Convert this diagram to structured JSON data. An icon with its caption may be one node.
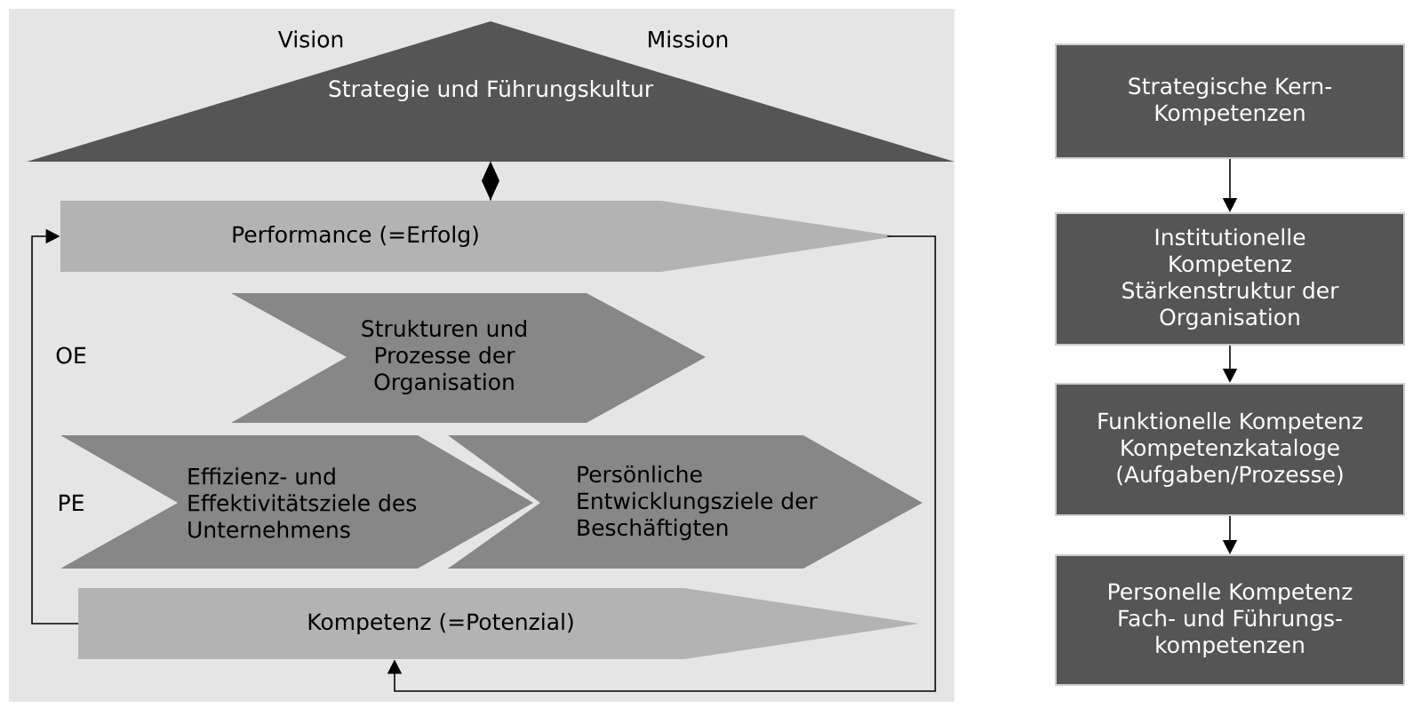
{
  "diagram": {
    "nodes": [
      {
        "text": [
          "Strategie und Führungskultur"
        ]
      },
      {
        "text": [
          "Performance (=Erfolg)"
        ]
      },
      {
        "text": [
          "Strukturen und Prozesse der Organisation"
        ]
      },
      {
        "text": [
          "Effizienz- und Effektivitätsziele des Unternehmens"
        ]
      },
      {
        "text": [
          "Persönliche Entwicklungsziele der Beschäftigten"
        ]
      },
      {
        "text": [
          "Kompetenz (=Potenzial)"
        ]
      },
      {
        "text": [
          "Strategische Kern- Kompetenzen"
        ]
      },
      {
        "text": [
          "Institutionelle Kompetenz Stärkenstruktur der Organisation"
        ]
      },
      {
        "text": [
          "Funktionelle Kompetenz Kompetenzkataloge (Aufgaben/Prozesse)"
        ]
      },
      {
        "text": [
          "Personelle Kompetenz Fach- und Führungs- kompetenzen"
        ]
      }
    ],
    "edges": [
      {
        "from": 0,
        "to": 1,
        "arrow": "other"
      },
      {
        "from": 1,
        "to": 5,
        "arrow": "to"
      },
      {
        "from": 5,
        "to": 1,
        "arrow": "to"
      },
      {
        "from": 6,
        "to": 7,
        "arrow": "to"
      },
      {
        "from": 7,
        "to": 8,
        "arrow": "to"
      },
      {
        "from": 8,
        "to": 9,
        "arrow": "to"
      }
    ],
    "labels": [
      "Vision",
      "Mission",
      "OE",
      "PE"
    ]
  }
}
